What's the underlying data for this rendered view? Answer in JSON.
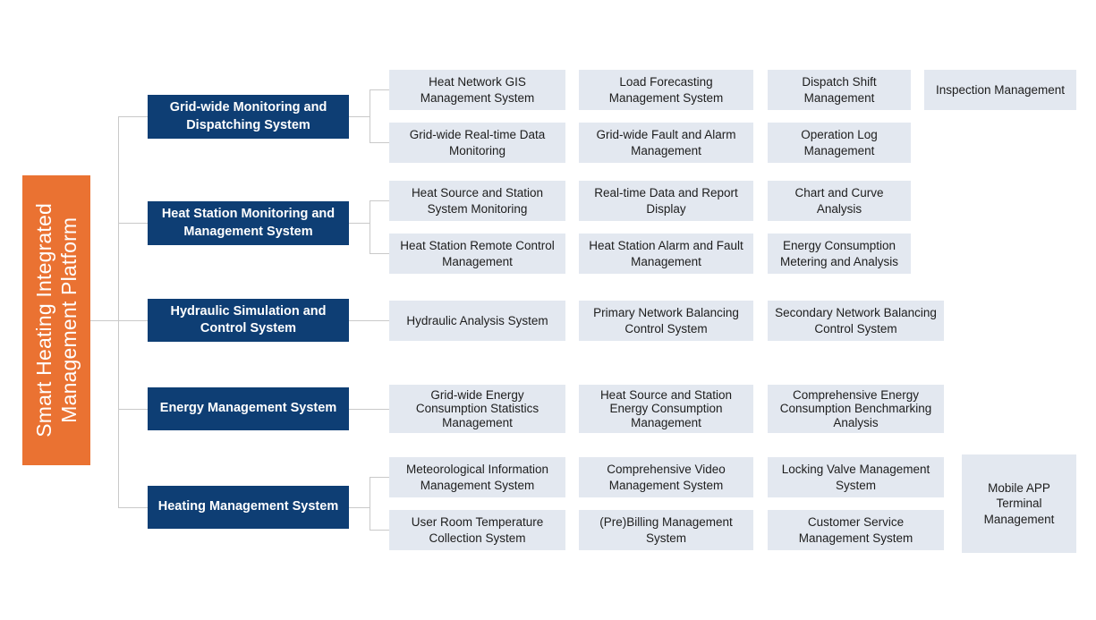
{
  "diagram": {
    "title": "Smart Heating Integrated Management Platform",
    "type": "organizational-tree",
    "colors": {
      "root_bg": "#ea7232",
      "root_text": "#ffffff",
      "level1_bg": "#0e3e74",
      "level1_text": "#ffffff",
      "level2_bg": "#e3e8f0",
      "level2_text": "#1d1d1d",
      "connector": "#c9c9c9",
      "canvas_bg": "#ffffff"
    }
  },
  "root": {
    "label": "Smart Heating Integrated\nManagement Platform"
  },
  "branches": [
    {
      "id": "grid-wide-monitoring-and-dispatching-system",
      "label": "Grid-wide Monitoring and Dispatching System",
      "children": [
        "Heat Network GIS Management System",
        "Load Forecasting Management System",
        "Dispatch Shift Management",
        "Inspection Management",
        "Grid-wide Real-time Data Monitoring",
        "Grid-wide Fault and Alarm Management",
        "Operation Log Management"
      ]
    },
    {
      "id": "heat-station-monitoring-and-management-system",
      "label": "Heat Station Monitoring and Management System",
      "children": [
        "Heat Source and Station System Monitoring",
        "Real-time Data and Report Display",
        "Chart and Curve Analysis",
        "Heat Station Remote Control Management",
        "Heat Station Alarm and Fault Management",
        "Energy Consumption Metering and Analysis"
      ]
    },
    {
      "id": "hydraulic-simulation-and-control-system",
      "label": "Hydraulic Simulation and Control System",
      "children": [
        "Hydraulic Analysis System",
        "Primary Network Balancing Control System",
        "Secondary Network Balancing Control System"
      ]
    },
    {
      "id": "energy-management-system",
      "label": "Energy Management System",
      "children": [
        "Grid-wide Energy Consumption Statistics Management",
        "Heat Source and Station Energy Consumption Management",
        "Comprehensive Energy Consumption Benchmarking Analysis"
      ]
    },
    {
      "id": "heating-management-system",
      "label": "Heating Management System",
      "children": [
        "Meteorological Information Management System",
        "Comprehensive Video Management System",
        "Locking Valve Management System",
        "Mobile APP Terminal Management",
        "User Room Temperature Collection System",
        "(Pre)Billing Management System",
        "Customer Service Management System"
      ]
    }
  ],
  "nodes": {
    "b1_l1": "Grid-wide Monitoring and Dispatching System",
    "b1_c1": "Heat Network GIS Management System",
    "b1_c2": "Load Forecasting Management System",
    "b1_c3": "Dispatch Shift Management",
    "b1_c4": "Inspection Management",
    "b1_c5": "Grid-wide Real-time Data Monitoring",
    "b1_c6": "Grid-wide Fault and Alarm Management",
    "b1_c7": "Operation Log Management",
    "b2_l1": "Heat Station Monitoring and Management System",
    "b2_c1": "Heat Source and Station System Monitoring",
    "b2_c2": "Real-time Data and Report Display",
    "b2_c3": "Chart and Curve Analysis",
    "b2_c4": "Heat Station Remote Control Management",
    "b2_c5": "Heat Station Alarm and Fault Management",
    "b2_c6": "Energy Consumption Metering and Analysis",
    "b3_l1": "Hydraulic Simulation and Control System",
    "b3_c1": "Hydraulic Analysis System",
    "b3_c2": "Primary Network Balancing Control System",
    "b3_c3": "Secondary Network Balancing Control System",
    "b4_l1": "Energy Management System",
    "b4_c1": "Grid-wide Energy Consumption Statistics Management",
    "b4_c2": "Heat Source and Station Energy Consumption Management",
    "b4_c3": "Comprehensive Energy Consumption Benchmarking Analysis",
    "b5_l1": "Heating Management System",
    "b5_c1": "Meteorological Information Management System",
    "b5_c2": "Comprehensive Video Management System",
    "b5_c3": "Locking Valve Management System",
    "b5_c4": "Mobile APP Terminal Management",
    "b5_c5": "User Room Temperature Collection System",
    "b5_c6": "(Pre)Billing Management System",
    "b5_c7": "Customer Service Management System"
  }
}
